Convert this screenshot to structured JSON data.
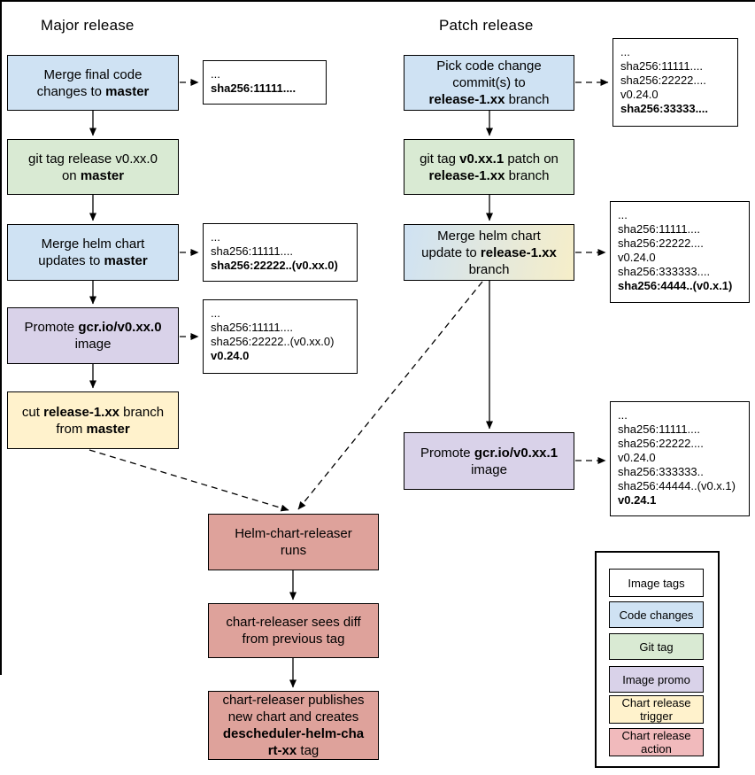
{
  "titles": {
    "major": "Major release",
    "patch": "Patch release"
  },
  "colors": {
    "image_tags": "#ffffff",
    "code_changes": "#cfe2f3",
    "git_tag": "#d9ead3",
    "image_promo": "#d9d2e9",
    "chart_trigger": "#fff2cc",
    "chart_action": "#dea29b",
    "legend_action": "#f1babc",
    "helm_merge_from": "#cfe2f3",
    "helm_merge_to": "#f6eec9"
  },
  "major_flow": {
    "steps": [
      {
        "text": [
          {
            "t": "Merge final code",
            "br": 1
          },
          {
            "t": "changes to "
          },
          {
            "t": "master",
            "b": 1
          }
        ]
      },
      {
        "text": [
          {
            "t": "git tag release v0.xx.0",
            "br": 1
          },
          {
            "t": "on "
          },
          {
            "t": "master",
            "b": 1
          }
        ]
      },
      {
        "text": [
          {
            "t": "Merge helm chart",
            "br": 1
          },
          {
            "t": "updates to "
          },
          {
            "t": "master",
            "b": 1
          }
        ]
      },
      {
        "text": [
          {
            "t": "Promote "
          },
          {
            "t": "gcr.io/v0.xx.0",
            "b": 1,
            "br": 1
          },
          {
            "t": "image"
          }
        ]
      },
      {
        "text": [
          {
            "t": "cut "
          },
          {
            "t": "release-1.xx",
            "b": 1
          },
          {
            "t": " branch",
            "br": 1
          },
          {
            "t": "from "
          },
          {
            "t": "master",
            "b": 1
          }
        ]
      }
    ]
  },
  "patch_flow": {
    "steps": [
      {
        "text": [
          {
            "t": "Pick code change",
            "br": 1
          },
          {
            "t": "commit(s) to",
            "br": 1
          },
          {
            "t": "release-1.xx",
            "b": 1
          },
          {
            "t": " branch"
          }
        ]
      },
      {
        "text": [
          {
            "t": "git tag "
          },
          {
            "t": "v0.xx.1",
            "b": 1
          },
          {
            "t": " patch on",
            "br": 1
          },
          {
            "t": "release-1.xx",
            "b": 1
          },
          {
            "t": " branch"
          }
        ]
      },
      {
        "text": [
          {
            "t": "Merge helm chart",
            "br": 1
          },
          {
            "t": "update to "
          },
          {
            "t": "release-1.xx",
            "b": 1,
            "br": 1
          },
          {
            "t": "branch"
          }
        ]
      },
      {
        "text": [
          {
            "t": "Promote "
          },
          {
            "t": "gcr.io/v0.xx.1",
            "b": 1,
            "br": 1
          },
          {
            "t": "image"
          }
        ]
      }
    ]
  },
  "chart_flow": {
    "steps": [
      {
        "text": [
          {
            "t": "Helm-chart-releaser",
            "br": 1
          },
          {
            "t": "runs"
          }
        ]
      },
      {
        "text": [
          {
            "t": "chart-releaser sees diff",
            "br": 1
          },
          {
            "t": "from previous tag"
          }
        ]
      },
      {
        "text": [
          {
            "t": "chart-releaser publishes",
            "br": 1
          },
          {
            "t": "new chart and creates",
            "br": 1
          },
          {
            "t": "descheduler-helm-cha",
            "b": 1,
            "br": 1
          },
          {
            "t": "rt-xx",
            "b": 1
          },
          {
            "t": " tag"
          }
        ]
      }
    ]
  },
  "annotations": {
    "major_code": {
      "lines": [
        {
          "t": "..."
        },
        {
          "t": "sha256:11111....",
          "b": 1
        }
      ]
    },
    "major_helm": {
      "lines": [
        {
          "t": "..."
        },
        {
          "t": "sha256:11111...."
        },
        {
          "t": "sha256:22222..(v0.xx.0)",
          "b": 1
        }
      ]
    },
    "major_promote": {
      "lines": [
        {
          "t": "..."
        },
        {
          "t": "sha256:11111...."
        },
        {
          "t": "sha256:22222..(v0.xx.0)"
        },
        {
          "t": "v0.24.0",
          "b": 1
        }
      ]
    },
    "patch_code": {
      "lines": [
        {
          "t": "..."
        },
        {
          "t": "sha256:11111...."
        },
        {
          "t": "sha256:22222...."
        },
        {
          "t": "v0.24.0"
        },
        {
          "t": "sha256:33333....",
          "b": 1
        }
      ]
    },
    "patch_helm": {
      "lines": [
        {
          "t": "..."
        },
        {
          "t": "sha256:11111...."
        },
        {
          "t": "sha256:22222...."
        },
        {
          "t": "v0.24.0"
        },
        {
          "t": "sha256:333333...."
        },
        {
          "t": "sha256:4444..(v0.x.1)",
          "b": 1
        }
      ]
    },
    "patch_promote": {
      "lines": [
        {
          "t": "..."
        },
        {
          "t": "sha256:11111...."
        },
        {
          "t": "sha256:22222...."
        },
        {
          "t": "v0.24.0"
        },
        {
          "t": "sha256:333333.."
        },
        {
          "t": "sha256:44444..(v0.x.1)"
        },
        {
          "t": "v0.24.1",
          "b": 1
        }
      ]
    }
  },
  "legend": {
    "items": [
      {
        "label": "Image tags"
      },
      {
        "label": "Code changes"
      },
      {
        "label": "Git tag"
      },
      {
        "label": "Image promo"
      },
      {
        "label": "Chart release trigger"
      },
      {
        "label": "Chart release action"
      }
    ]
  }
}
